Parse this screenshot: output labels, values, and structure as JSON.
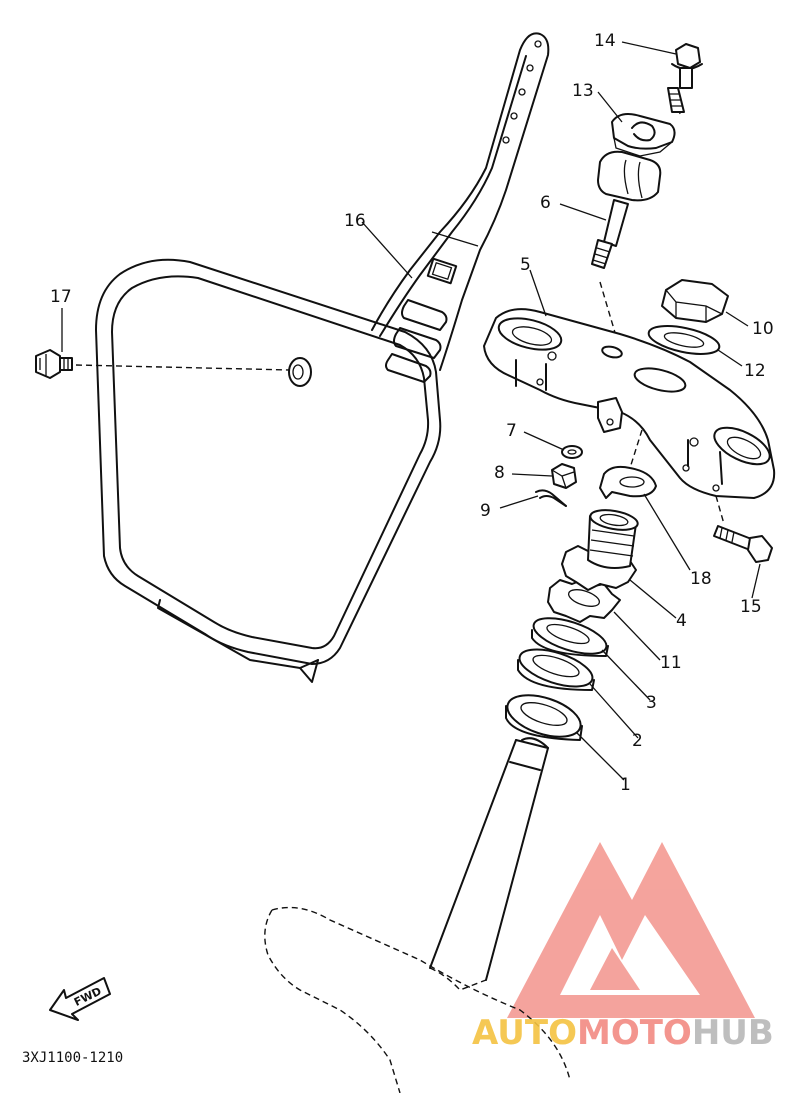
{
  "diagram": {
    "callouts": [
      "1",
      "2",
      "3",
      "4",
      "5",
      "6",
      "7",
      "8",
      "9",
      "10",
      "11",
      "12",
      "13",
      "14",
      "15",
      "16",
      "17",
      "18"
    ],
    "direction_label": "FWD",
    "drawing_code": "3XJ1100-1210"
  },
  "watermark": {
    "part1": "AUTO",
    "part2": "MOTO",
    "part3": "HUB",
    "colors": {
      "part1": "#f5c342",
      "part2": "#f28a82",
      "part3": "#b7b7b7",
      "logo": "#f28a82"
    }
  }
}
